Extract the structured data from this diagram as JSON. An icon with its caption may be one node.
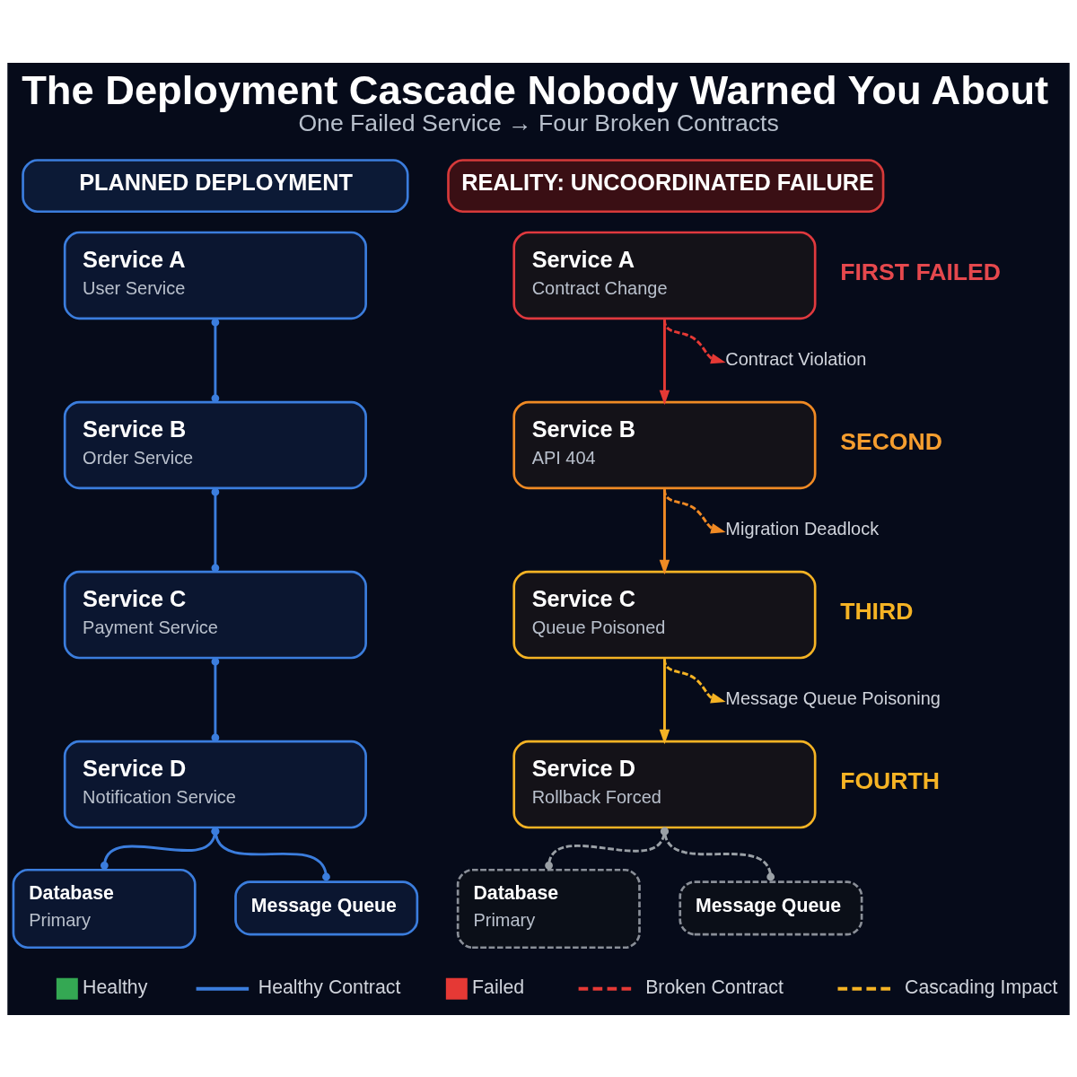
{
  "diagram": {
    "title": "The Deployment Cascade Nobody Warned You About",
    "caption": "One Failed Service → Four Broken Contracts",
    "nodes": [
      {
        "text": [
          "PLANNED DEPLOYMENT"
        ]
      },
      {
        "text": [
          "Service A",
          "User Service"
        ]
      },
      {
        "text": [
          "Service B",
          "Order Service"
        ]
      },
      {
        "text": [
          "Service C",
          "Payment Service"
        ]
      },
      {
        "text": [
          "Service D",
          "Notification Service"
        ]
      },
      {
        "text": [
          "Database",
          "Primary"
        ]
      },
      {
        "text": [
          "Message Queue"
        ]
      },
      {
        "text": [
          "REALITY: UNCOORDINATED FAILURE"
        ]
      },
      {
        "text": [
          "Service A",
          "Contract Change"
        ],
        "beside": [
          "FIRST FAILED"
        ]
      },
      {
        "text": [
          "Contract Violation"
        ]
      },
      {
        "text": [
          "Service B",
          "API 404"
        ],
        "beside": [
          "SECOND"
        ]
      },
      {
        "text": [
          "Migration Deadlock"
        ]
      },
      {
        "text": [
          "Service C",
          "Queue Poisoned"
        ],
        "beside": [
          "THIRD"
        ]
      },
      {
        "text": [
          "Message Queue Poisoning"
        ]
      },
      {
        "text": [
          "Service D",
          "Rollback Forced"
        ],
        "beside": [
          "FOURTH"
        ]
      },
      {
        "text": [
          "Database",
          "Primary"
        ]
      },
      {
        "text": [
          "Message Queue"
        ]
      }
    ],
    "edges": [
      {
        "from": 1,
        "to": 2,
        "arrow": "other"
      },
      {
        "from": 2,
        "to": 3,
        "arrow": "other"
      },
      {
        "from": 3,
        "to": 4,
        "arrow": "other"
      },
      {
        "from": 4,
        "to": 5,
        "arrow": "other"
      },
      {
        "from": 4,
        "to": 6,
        "arrow": "other"
      },
      {
        "from": 8,
        "to": 10,
        "arrow": "to",
        "color": "#e53935"
      },
      {
        "from": 8,
        "to": 9,
        "arrow": "to",
        "style": "dashed",
        "color": "#e53935"
      },
      {
        "from": 10,
        "to": 12,
        "arrow": "to",
        "color": "#f08a24"
      },
      {
        "from": 10,
        "to": 11,
        "arrow": "to",
        "style": "dashed",
        "color": "#f08a24"
      },
      {
        "from": 12,
        "to": 14,
        "arrow": "to",
        "color": "#f5b324"
      },
      {
        "from": 12,
        "to": 13,
        "arrow": "to",
        "style": "dashed",
        "color": "#f5b324"
      },
      {
        "from": 14,
        "to": 15,
        "arrow": "other",
        "style": "dashed",
        "color": "#9aa0a6"
      },
      {
        "from": 14,
        "to": 16,
        "arrow": "other",
        "style": "dashed",
        "color": "#9aa0a6"
      }
    ],
    "legend": [
      {
        "text": "Healthy"
      },
      {
        "text": "Healthy Contract"
      },
      {
        "text": "Failed"
      },
      {
        "text": "Broken Contract"
      },
      {
        "text": "Cascading Impact"
      }
    ]
  }
}
